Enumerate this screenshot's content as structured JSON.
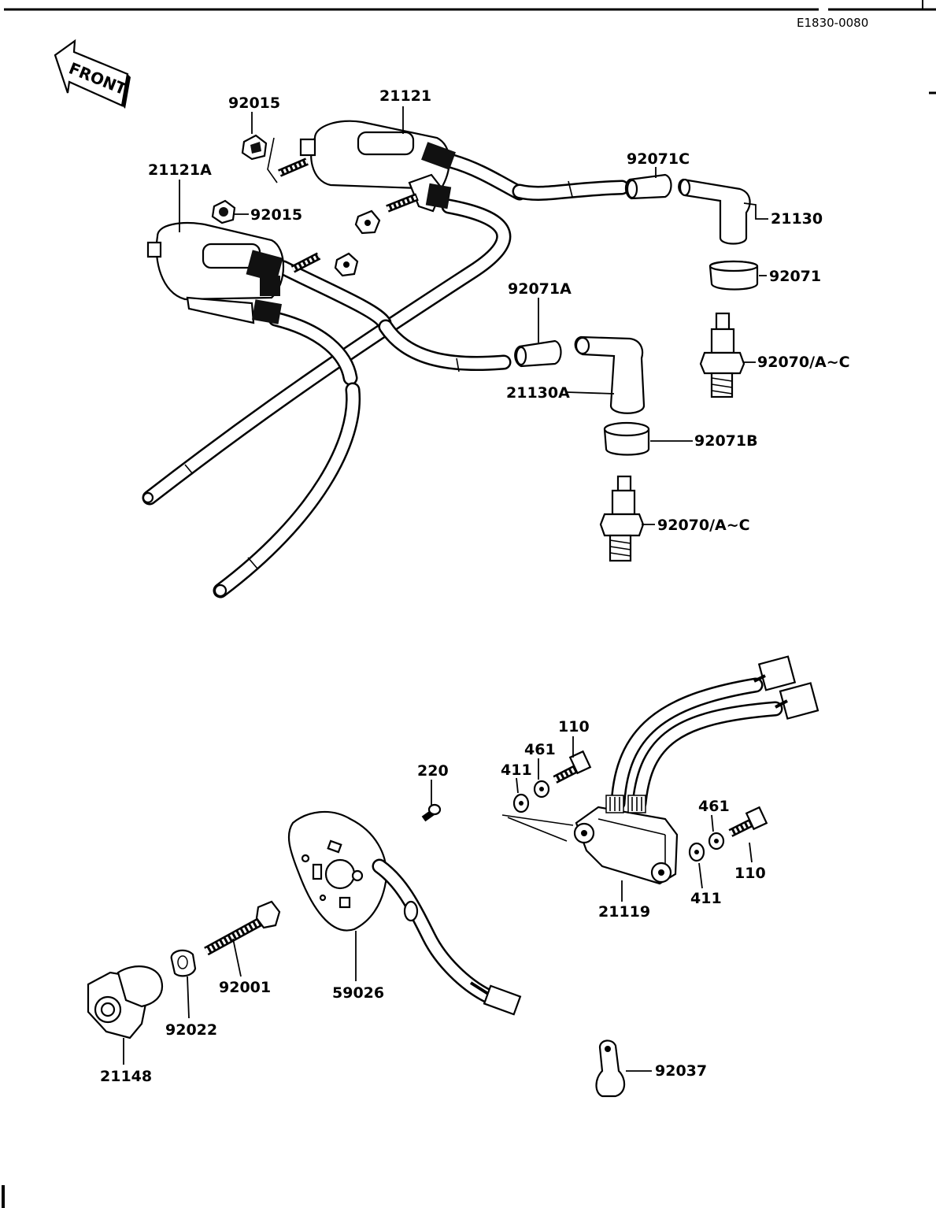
{
  "diagram": {
    "code": "E1830-0080",
    "front_label": "FRONT",
    "labels": {
      "l_21121": "21121",
      "l_92015_top": "92015",
      "l_21121A": "21121A",
      "l_92015_mid": "92015",
      "l_92071C": "92071C",
      "l_21130": "21130",
      "l_92071": "92071",
      "l_92071A": "92071A",
      "l_92070_top": "92070/A~C",
      "l_21130A": "21130A",
      "l_92071B": "92071B",
      "l_92070_bot": "92070/A~C",
      "l_110_top": "110",
      "l_461_top": "461",
      "l_411_top": "411",
      "l_220": "220",
      "l_461_right": "461",
      "l_110_right": "110",
      "l_411_right": "411",
      "l_21119": "21119",
      "l_92001": "92001",
      "l_59026": "59026",
      "l_92022": "92022",
      "l_21148": "21148",
      "l_92037": "92037"
    }
  }
}
